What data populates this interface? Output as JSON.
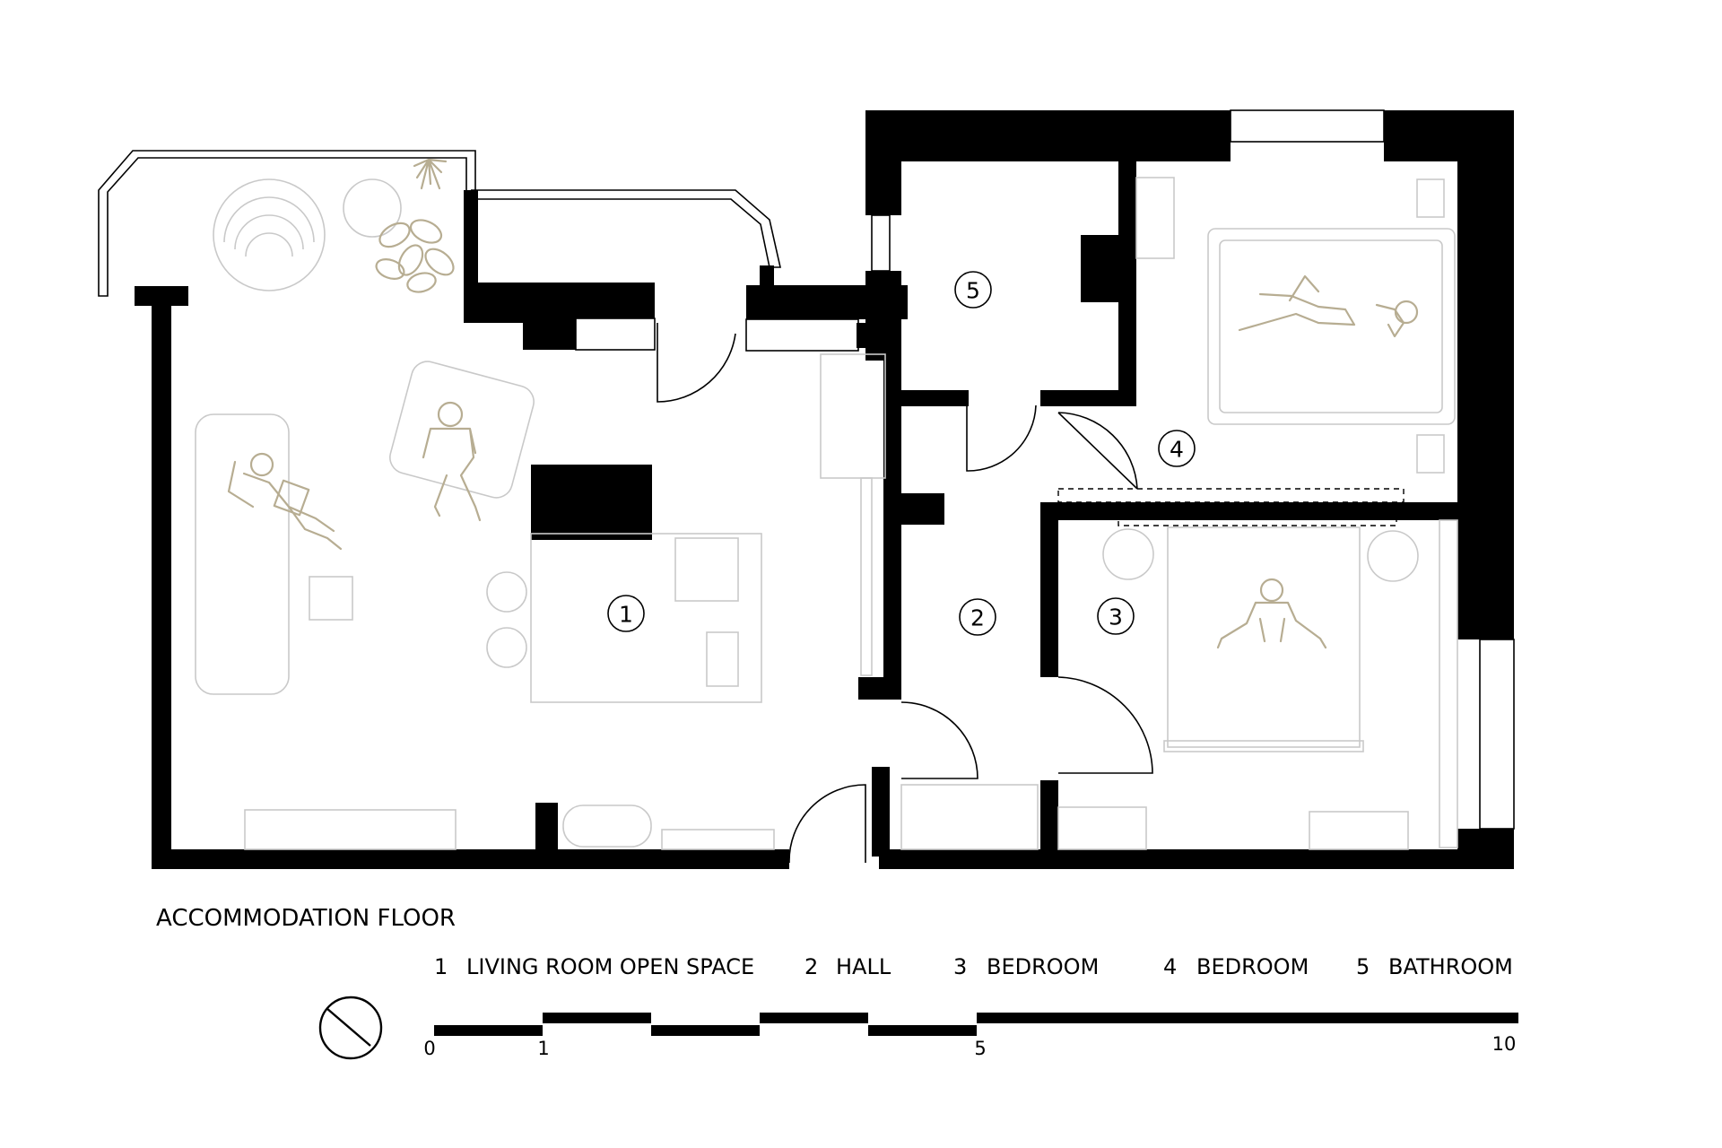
{
  "title": "ACCOMMODATION FLOOR",
  "rooms": [
    {
      "number": "1",
      "name": "LIVING ROOM OPEN SPACE"
    },
    {
      "number": "2",
      "name": "HALL"
    },
    {
      "number": "3",
      "name": "BEDROOM"
    },
    {
      "number": "4",
      "name": "BEDROOM"
    },
    {
      "number": "5",
      "name": "BATHROOM"
    }
  ],
  "scale_bar": {
    "labels": [
      "0",
      "1",
      "5",
      "10"
    ]
  },
  "icons": {
    "north_arrow": "north-arrow-icon"
  }
}
